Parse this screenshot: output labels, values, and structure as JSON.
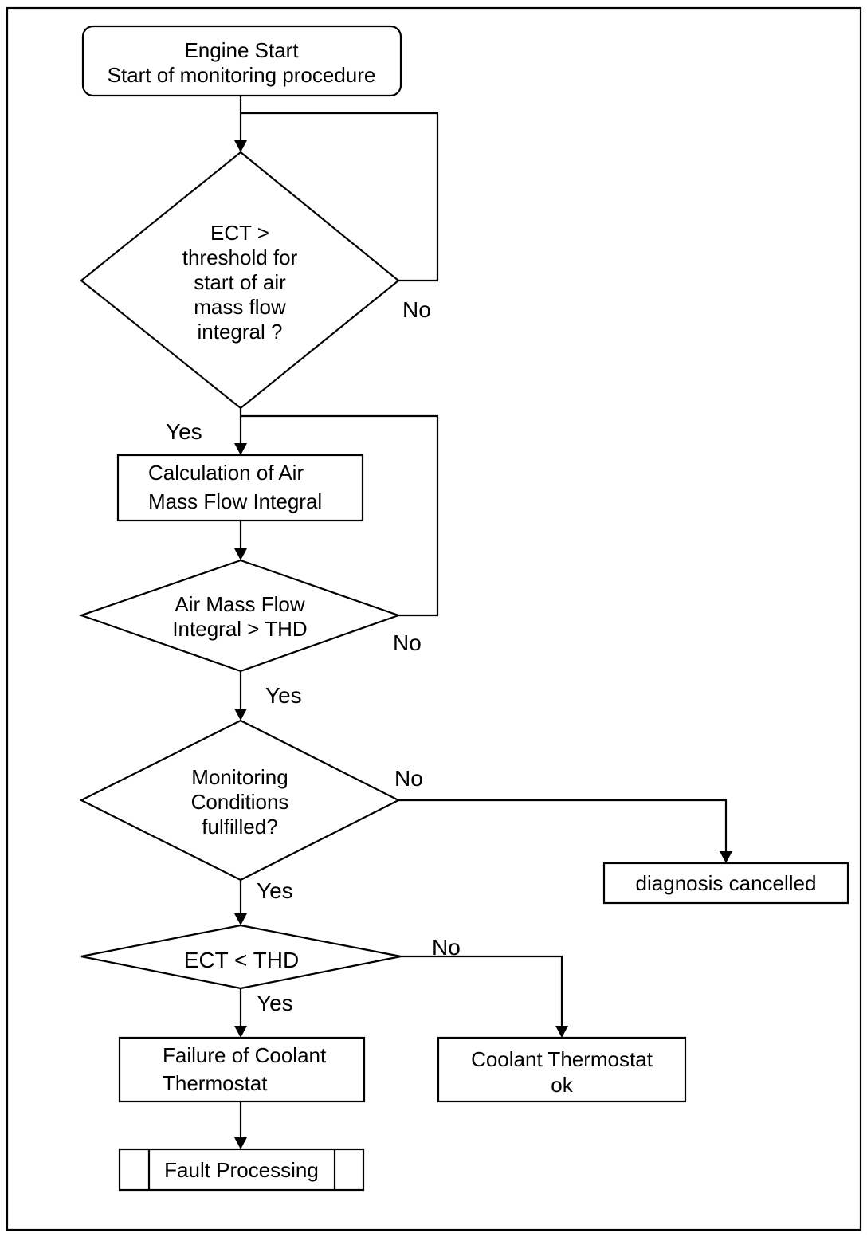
{
  "nodes": {
    "start": [
      "Engine Start",
      "Start of monitoring procedure"
    ],
    "d_ect_threshold": [
      "ECT >",
      "threshold for",
      "start of air",
      "mass flow",
      "integral ?"
    ],
    "calc": [
      "Calculation of Air",
      "Mass Flow Integral"
    ],
    "d_integral": [
      "Air Mass Flow",
      "Integral > THD"
    ],
    "d_conditions": [
      "Monitoring",
      "Conditions",
      "fulfilled?"
    ],
    "cancelled": [
      "diagnosis cancelled"
    ],
    "d_ect_thd": [
      "ECT < THD"
    ],
    "failure": [
      "Failure of Coolant",
      "Thermostat"
    ],
    "ok": [
      "Coolant Thermostat",
      "ok"
    ],
    "fault": [
      "Fault Processing"
    ]
  },
  "edge_labels": {
    "ect_no": "No",
    "ect_yes": "Yes",
    "integral_no": "No",
    "integral_yes": "Yes",
    "conditions_no": "No",
    "conditions_yes": "Yes",
    "thd_no": "No",
    "thd_yes": "Yes"
  }
}
